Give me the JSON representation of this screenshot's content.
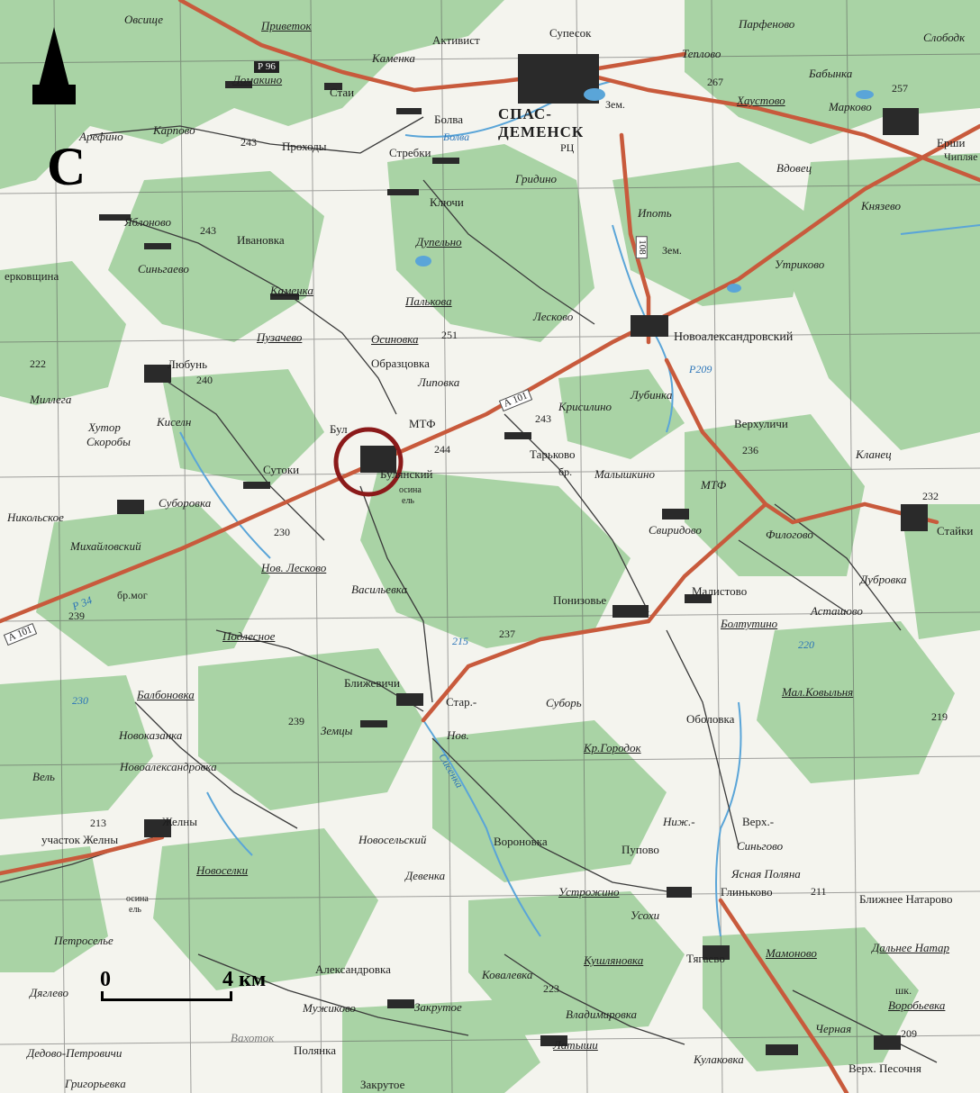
{
  "map": {
    "north_letter": "С",
    "scale": {
      "zero": "0",
      "distance": "4 км"
    },
    "road_labels": {
      "r96": "Р 96",
      "a101_a": "А 101",
      "a101_b": "А 101",
      "r209": "Р209",
      "r34": "Р 34",
      "r108": "108"
    },
    "labels": {
      "ovsishche": "Овсище",
      "privetok": "Приветок",
      "aktivist": "Активист",
      "supesok": "Супесок",
      "parfenovo": "Парфеново",
      "slobodka": "Слободк",
      "kamenka1": "Каменка",
      "teplovo": "Теплово",
      "babynka": "Бабынка",
      "lomakino": "Ломакино",
      "stai": "Стаи",
      "spas_demensk_1": "СПАС-",
      "spas_demensk_2": "ДЕМЕНСК",
      "rc": "РЦ",
      "haustovo": "Хаустово",
      "markovo": "Марково",
      "bolva": "Болва",
      "bolva_river": "Болва",
      "arefino": "Арефино",
      "karpovo": "Карпово",
      "h243a": "243",
      "prohody": "Проходы",
      "strebki": "Стребки",
      "gridino": "Гридино",
      "vdovets": "Вдовец",
      "ershi": "Ерши",
      "chiplyaevo": "Чипляе",
      "klyuchi": "Ключи",
      "ipot": "Ипоть",
      "knyazevo": "Князево",
      "yablonovo": "Яблоново",
      "h243b": "243",
      "ivanovka": "Ивановка",
      "dupelno": "Дупельно",
      "tserkovshchina": "ерковщина",
      "sinyagaevo": "Синьгаево",
      "utrikovo": "Утриково",
      "kamenka2": "Каменка",
      "palkovo": "Палькова",
      "leskovo": "Лесково",
      "pyzachevo": "Пузачево",
      "osinovka": "Осиновка",
      "h251": "251",
      "novoaleksandrovsky": "Новоалександровский",
      "h222": "222",
      "lyubun": "Любунь",
      "obraztsovka": "Образцовка",
      "h240": "240",
      "lipovka": "Липовка",
      "millega": "Миллега",
      "lubinka": "Лубинка",
      "kiseli": "Киселн",
      "khutor": "Хутор",
      "skoroby": "Скоробы",
      "mtf1": "МТФ",
      "h243c": "243",
      "krisilino": "Крисилино",
      "verkhulichi": "Верхуличи",
      "bu": "Бул",
      "h244": "244",
      "tarkovo": "Тарьково",
      "h236": "236",
      "klantsy": "Кланец",
      "sutoki": "Сутоки",
      "bulyansky": "Булянский",
      "malyshkino": "Малышкино",
      "mtf2": "МТФ",
      "nikolskoe": "Никольское",
      "suborovka": "Суборовка",
      "osina_el_1": "осина",
      "el_1": "ель",
      "h232": "232",
      "staiki": "Стайки",
      "h230a": "230",
      "sviridovo": "Свиридово",
      "filogovo": "Филогово",
      "mikhailovsky": "Михайловский",
      "nov_leskovo": "Нов. Лесково",
      "dubrovka": "Дубровка",
      "br_mog": "бр.мог",
      "vasilyevka": "Васильевка",
      "ponizovye": "Понизовье",
      "malistovo": "Малистово",
      "astashovo": "Асташово",
      "h239a": "239",
      "boltutino": "Болтутино",
      "h237": "237",
      "podlesnoe": "Подлесное",
      "h215": "215",
      "h220": "220",
      "balbonovka": "Балбоновка",
      "blizhevichi": "Ближевичи",
      "star": "Стар.-",
      "mal_kovylnya": "Мал.Ковыльня",
      "h230b": "230",
      "subor": "Суборь",
      "h239b": "239",
      "oboloвка": "Оболовка",
      "h219": "219",
      "novokazanka": "Новоказанка",
      "zemtsy": "Земцы",
      "nov": "Нов.",
      "kr_gorodok": "Кр.Городок",
      "novoaleksandrovka": "Новоалександровка",
      "vel": "Вель",
      "h213": "213",
      "zhelny": "Желны",
      "uch_zhelny": "участок Желны",
      "nizh": "Ниж.-",
      "verkh": "Верх.-",
      "singovo": "Синьгово",
      "novoselsky": "Новосельский",
      "voronovka": "Вороновка",
      "pupovo": "Пупово",
      "novoselki": "Новоселки",
      "devenka": "Девенка",
      "yasnaya_polyana": "Ясная Поляна",
      "glinkovo": "Глиньково",
      "h211": "211",
      "ustrozhino": "Устрожино",
      "blizhnee_natarovo": "Ближнее Натарово",
      "osina_el_2": "осина",
      "el_2": "ель",
      "usokhi": "Усохи",
      "petroselye": "Петроселье",
      "kushlyanovka": "Кушляновка",
      "tyagaevo": "Тягаево",
      "mamonovo": "Мамоново",
      "dalnee_natarovo": "Дальнее Натар",
      "aleksandrovka": "Александровка",
      "kovalevka": "Ковалевка",
      "h223": "223",
      "shk": "шк.",
      "vorobyevka": "Воробьевка",
      "dyatlevo": "Дяглево",
      "muzhikovo": "Мужиково",
      "zakrutoe": "Закрутое",
      "vladimirovka": "Владимировка",
      "vakhotok": "Вахоток",
      "chernaya": "Черная",
      "h209": "209",
      "dedovo_petrovichi": "Дедово-Петровичи",
      "polyanka": "Полянка",
      "latyshi": "Латыши",
      "kulakovka": "Кулаковка",
      "grigoryevka": "Григорьевка",
      "zakrutoe2": "Закрутое",
      "verkh_pesochnya": "Верх. Песочня",
      "zem1": "Зем.",
      "zem2": "Зем.",
      "br1": "бр.",
      "h267": "267",
      "h257": "257",
      "sisenka": "Сисенка"
    },
    "colors": {
      "forest": "#a9d3a5",
      "road": "#c85a3c",
      "water": "#5aa5d8",
      "marker": "#8b1a1a",
      "grid": "#5a5a5a"
    }
  }
}
